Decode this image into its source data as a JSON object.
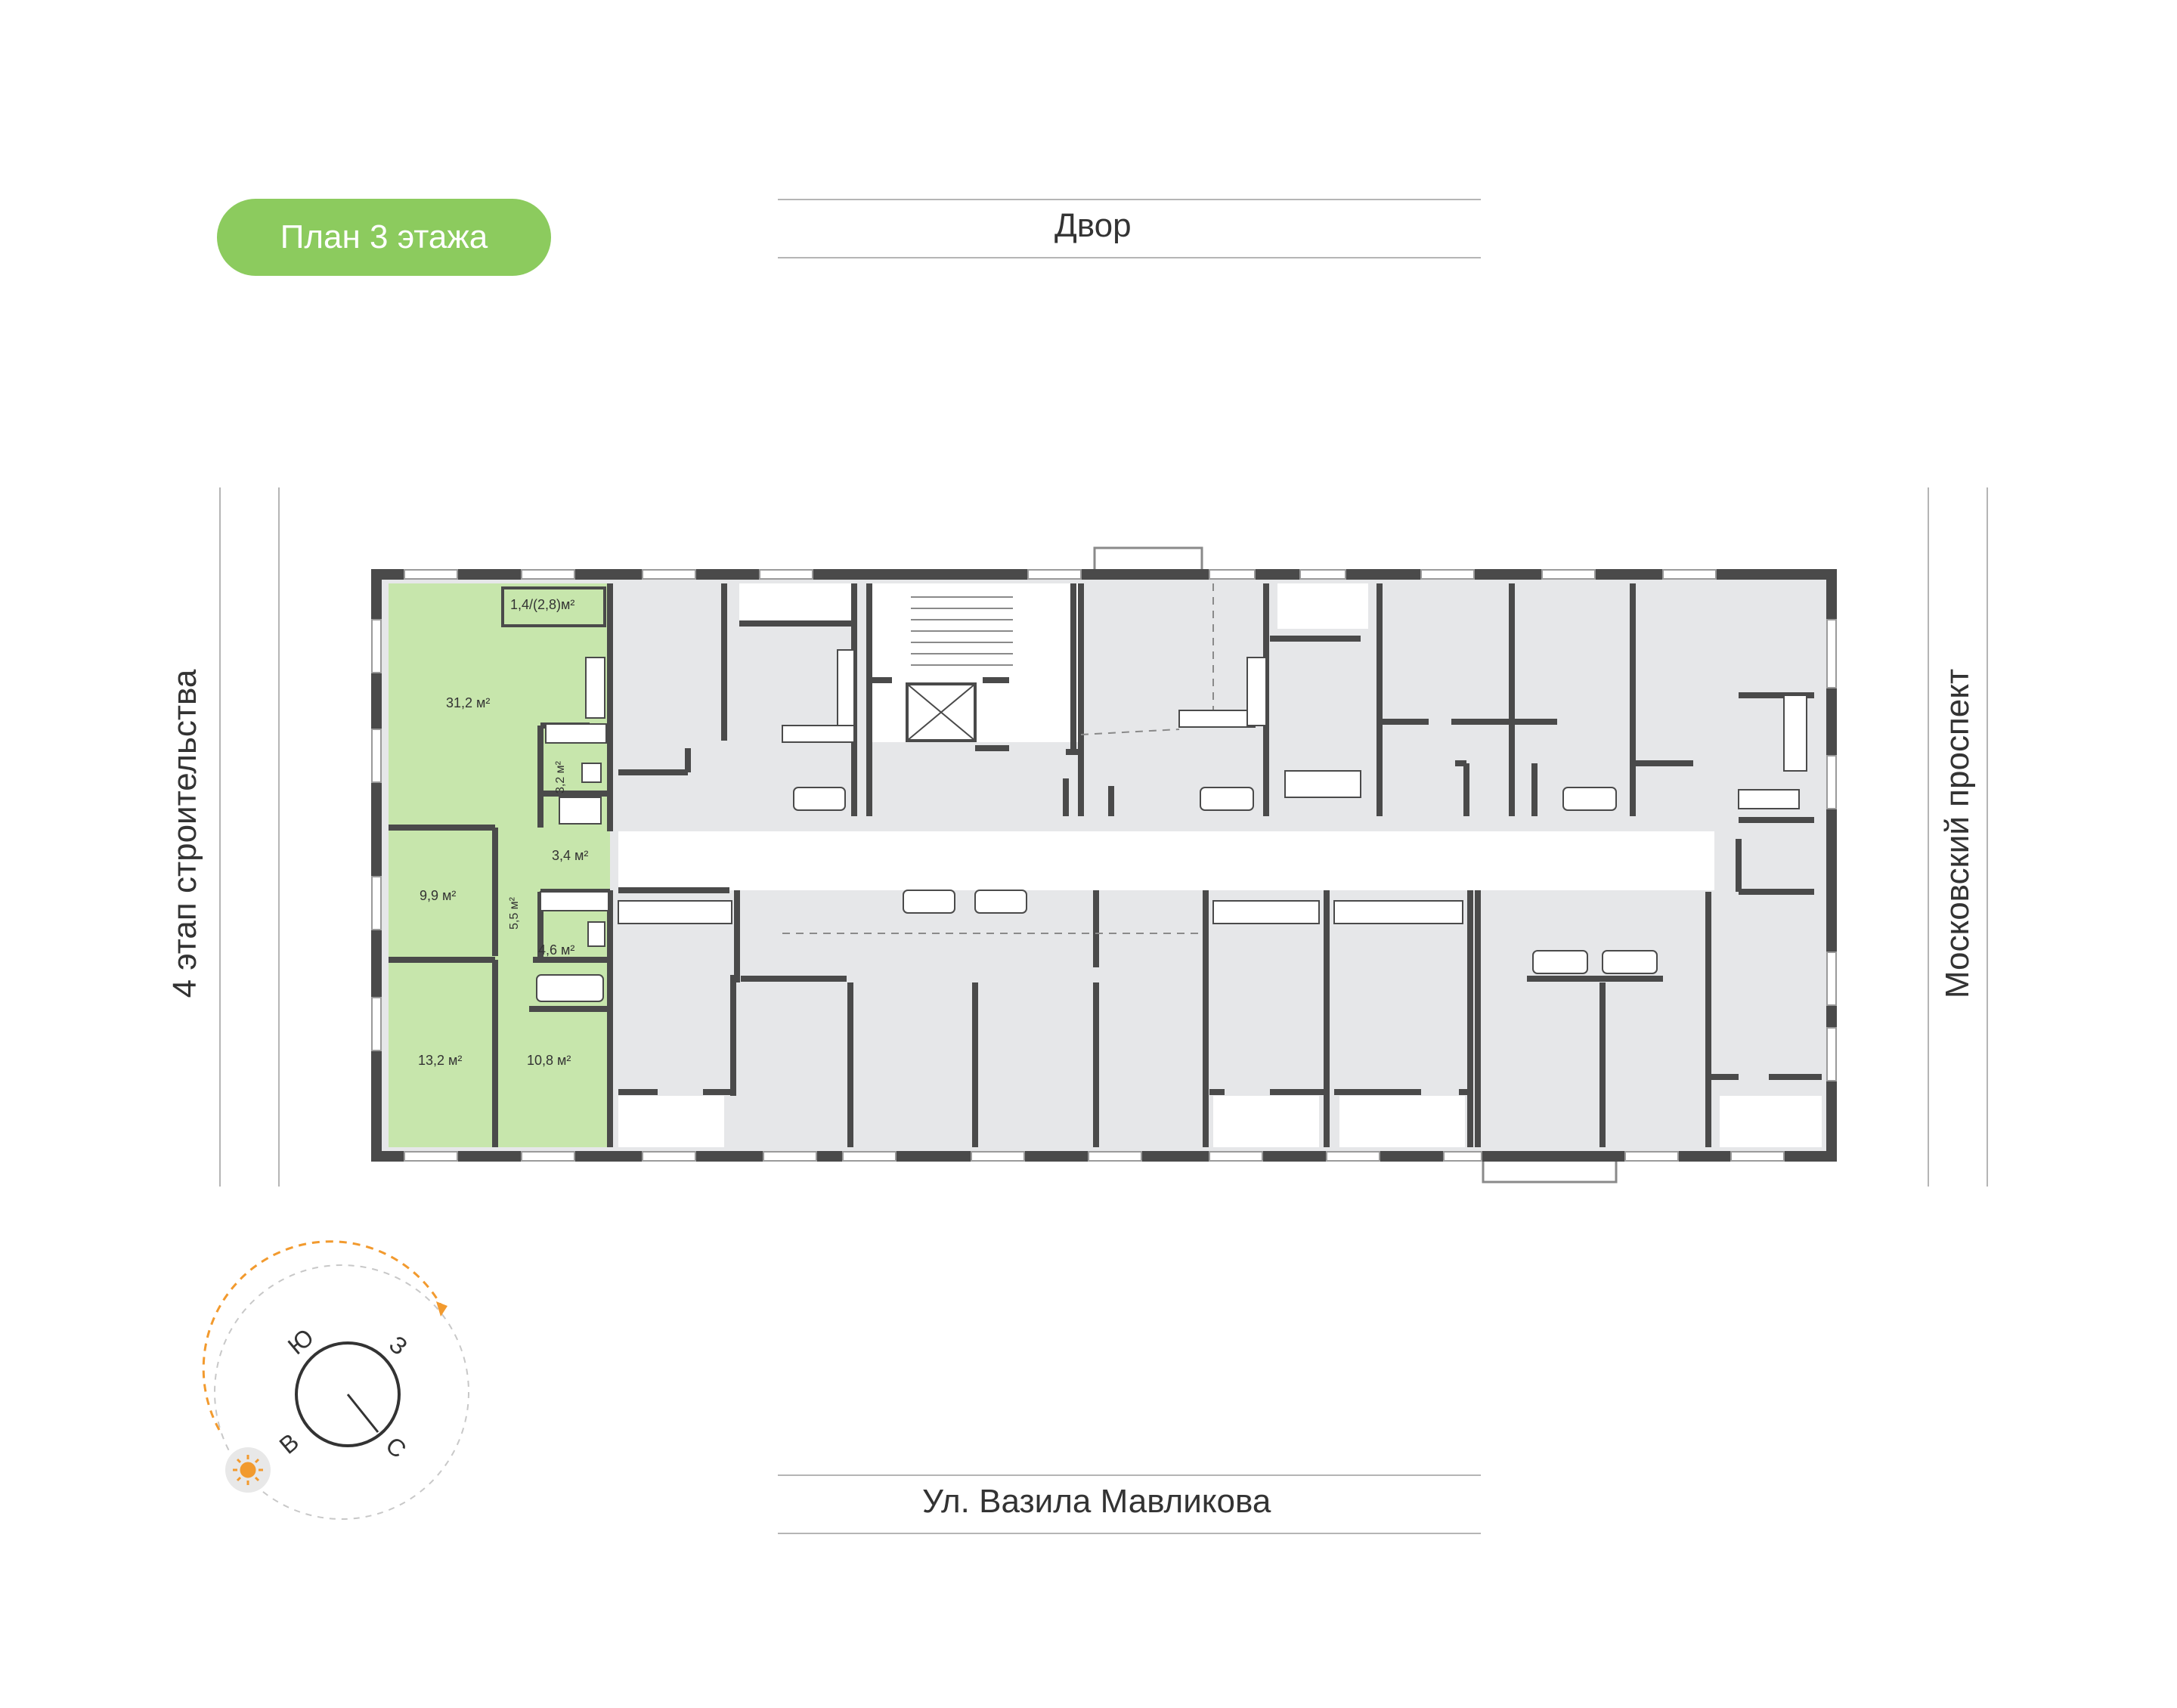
{
  "header": {
    "floor_badge": "План 3 этажа"
  },
  "orientation": {
    "top": "Двор",
    "bottom": "Ул. Вазила Мавликова",
    "left": "4 этап строительства",
    "right": "Московский проспект"
  },
  "apartment": {
    "rooms": {
      "living": "31,2 м²",
      "balcony": "1,4/(2,8)м²",
      "bath_small": "3,2 м²",
      "hall_small": "3,4 м²",
      "bedroom_1": "9,9 м²",
      "corridor": "5,5 м²",
      "bath_large": "4,6 м²",
      "bedroom_2": "13,2 м²",
      "bedroom_3": "10,8 м²"
    }
  },
  "compass": {
    "south": "Ю",
    "west": "З",
    "east": "В",
    "north": "С",
    "sun_icon": "sun-icon"
  },
  "colors": {
    "highlight": "#8CCB5E",
    "apartment_fill": "#C7E6AC",
    "wall": "#4A4A4A",
    "room_fill": "#E6E7E9",
    "compass_arc": "#F29A2E"
  }
}
